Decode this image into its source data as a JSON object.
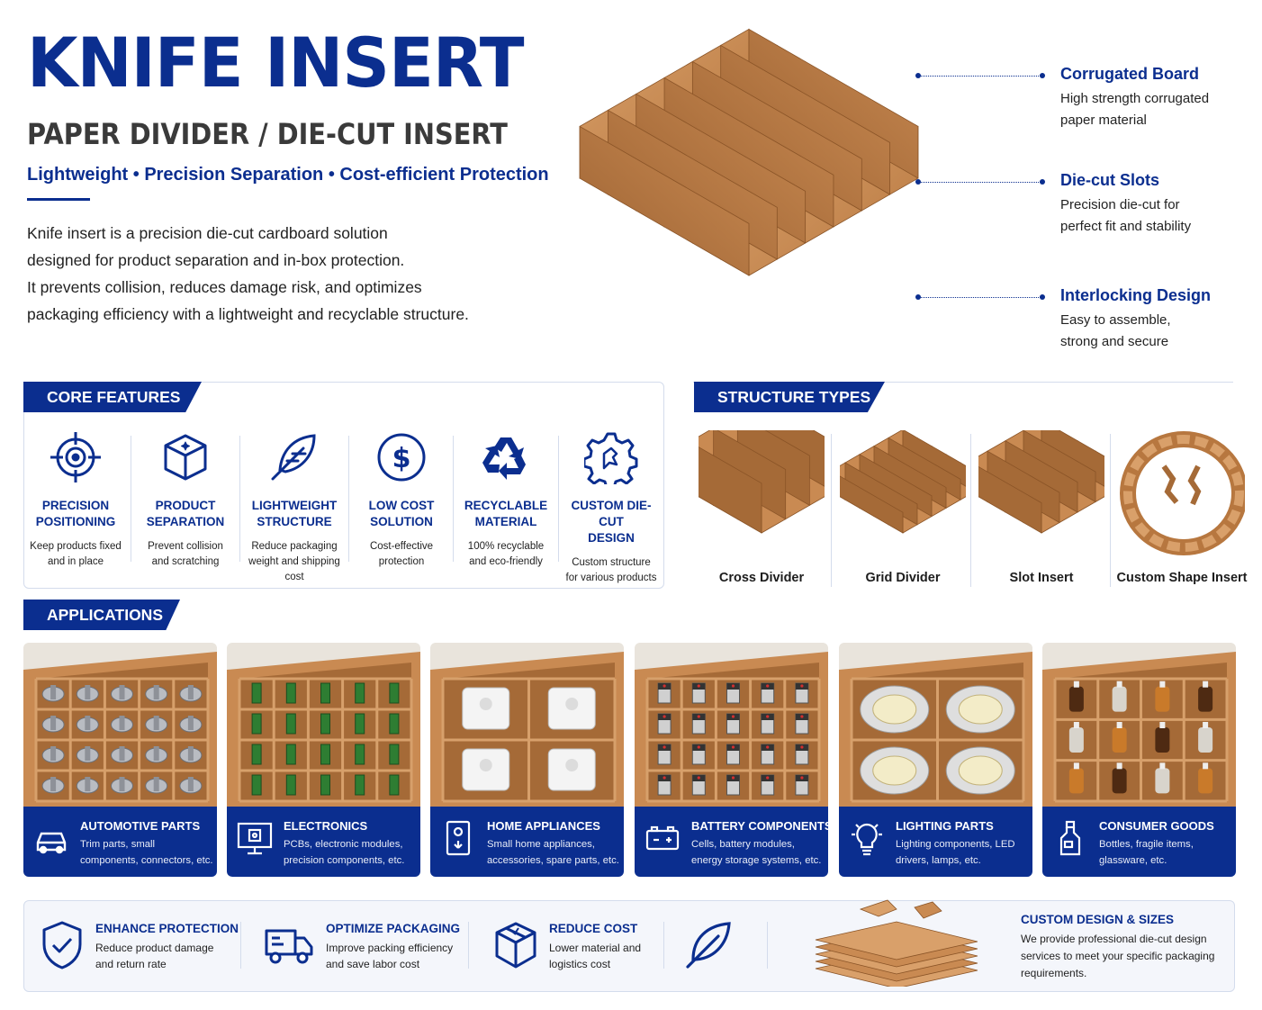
{
  "hero": {
    "title": "KNIFE INSERT",
    "subtitle": "PAPER DIVIDER / DIE-CUT INSERT",
    "tagline": "Lightweight • Precision Separation • Cost-efficient Protection",
    "description": [
      "Knife insert is a precision die-cut cardboard solution",
      "designed for product separation and in-box protection.",
      "It prevents collision, reduces damage risk, and optimizes",
      "packaging efficiency with a lightweight and recyclable structure."
    ]
  },
  "callouts": [
    {
      "title": "Corrugated Board",
      "desc": [
        "High strength corrugated",
        "paper material"
      ]
    },
    {
      "title": "Die-cut Slots",
      "desc": [
        "Precision die-cut for",
        "perfect fit and stability"
      ]
    },
    {
      "title": "Interlocking Design",
      "desc": [
        "Easy to assemble,",
        "strong and secure"
      ]
    }
  ],
  "core_features": {
    "heading": "CORE FEATURES",
    "items": [
      {
        "icon": "target-icon",
        "title": [
          "PRECISION",
          "POSITIONING"
        ],
        "desc": [
          "Keep products fixed",
          "and in place"
        ]
      },
      {
        "icon": "cube-icon",
        "title": [
          "PRODUCT",
          "SEPARATION"
        ],
        "desc": [
          "Prevent collision",
          "and scratching"
        ]
      },
      {
        "icon": "feather-icon",
        "title": [
          "LIGHTWEIGHT",
          "STRUCTURE"
        ],
        "desc": [
          "Reduce packaging",
          "weight and shipping cost"
        ]
      },
      {
        "icon": "dollar-icon",
        "title": [
          "LOW COST",
          "SOLUTION"
        ],
        "desc": [
          "Cost-effective",
          "protection"
        ]
      },
      {
        "icon": "recycle-icon",
        "title": [
          "RECYCLABLE",
          "MATERIAL"
        ],
        "desc": [
          "100% recyclable",
          "and eco-friendly"
        ]
      },
      {
        "icon": "gear-icon",
        "title": [
          "CUSTOM DIE-CUT",
          "DESIGN"
        ],
        "desc": [
          "Custom structure",
          "for various products"
        ]
      }
    ]
  },
  "structure_types": {
    "heading": "STRUCTURE TYPES",
    "items": [
      "Cross Divider",
      "Grid Divider",
      "Slot Insert",
      "Custom Shape Insert"
    ]
  },
  "applications": {
    "heading": "APPLICATIONS",
    "items": [
      {
        "icon": "car-icon",
        "title": "AUTOMOTIVE PARTS",
        "desc": "Trim parts, small components, connectors, etc."
      },
      {
        "icon": "monitor-chip-icon",
        "title": "ELECTRONICS",
        "desc": "PCBs, electronic modules, precision components, etc."
      },
      {
        "icon": "appliance-icon",
        "title": "HOME APPLIANCES",
        "desc": "Small home appliances, accessories, spare parts, etc."
      },
      {
        "icon": "battery-icon",
        "title": "BATTERY COMPONENTS",
        "desc": "Cells, battery modules, energy storage systems, etc."
      },
      {
        "icon": "lightbulb-icon",
        "title": "LIGHTING PARTS",
        "desc": "Lighting components, LED drivers, lamps, etc."
      },
      {
        "icon": "bottle-icon",
        "title": "CONSUMER GOODS",
        "desc": "Bottles, fragile items, glassware, etc."
      }
    ]
  },
  "benefits": [
    {
      "icon": "shield-check-icon",
      "title": "ENHANCE PROTECTION",
      "desc": [
        "Reduce product damage",
        "and return rate"
      ]
    },
    {
      "icon": "truck-icon",
      "title": "OPTIMIZE PACKAGING",
      "desc": [
        "Improve packing efficiency",
        "and save labor cost"
      ]
    },
    {
      "icon": "box-icon",
      "title": "REDUCE COST",
      "desc": [
        "Lower material and",
        "logistics cost"
      ]
    }
  ],
  "custom": {
    "title": "CUSTOM DESIGN & SIZES",
    "desc": "We provide professional die-cut design services to meet your specific packaging requirements."
  },
  "colors": {
    "brand": "#0b2e8f",
    "cardboard": "#c98a52",
    "cardboard_dark": "#a56a37"
  }
}
